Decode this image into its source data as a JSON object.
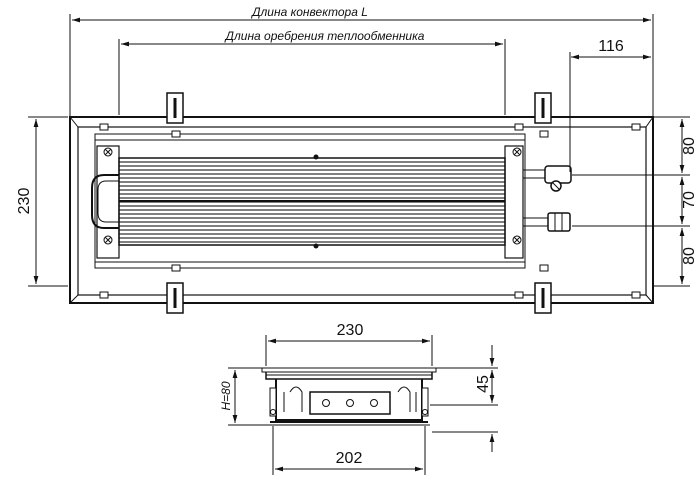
{
  "top_view": {
    "label_length_convector": "Длина конвектора L",
    "label_length_fins": "Длина оребрения теплообменника",
    "dim_116": "116",
    "dim_230": "230",
    "dim_80_top": "80",
    "dim_70": "70",
    "dim_80_bottom": "80"
  },
  "side_view": {
    "dim_230": "230",
    "dim_202": "202",
    "dim_45": "45",
    "label_height": "H=80"
  }
}
